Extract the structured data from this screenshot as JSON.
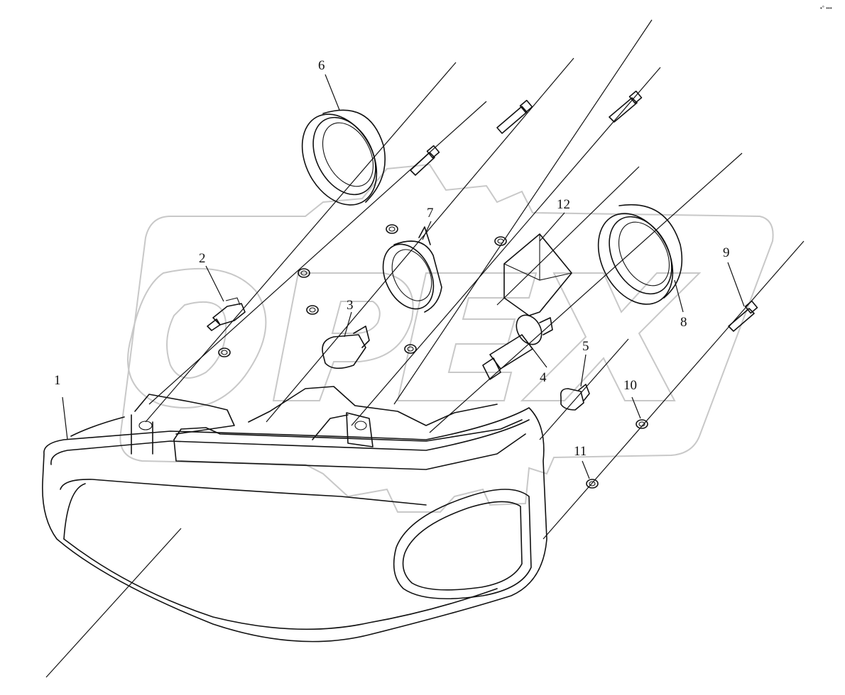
{
  "watermark": {
    "text": "OPEX",
    "color": "#c8c8c8"
  },
  "corner_mark": "•° •••",
  "callouts": [
    {
      "id": "1",
      "label": "1"
    },
    {
      "id": "2",
      "label": "2"
    },
    {
      "id": "3",
      "label": "3"
    },
    {
      "id": "4",
      "label": "4"
    },
    {
      "id": "5",
      "label": "5"
    },
    {
      "id": "6",
      "label": "6"
    },
    {
      "id": "7",
      "label": "7"
    },
    {
      "id": "8",
      "label": "8"
    },
    {
      "id": "9",
      "label": "9"
    },
    {
      "id": "10",
      "label": "10"
    },
    {
      "id": "11",
      "label": "11"
    },
    {
      "id": "12",
      "label": "12"
    }
  ]
}
